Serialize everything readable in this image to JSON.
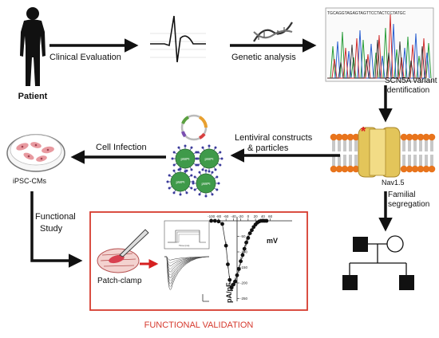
{
  "labels": {
    "patient": "Patient",
    "clinical_evaluation": "Clinical Evaluation",
    "genetic_analysis": "Genetic analysis",
    "scn5a_line1": "SCN5A variant",
    "scn5a_line2": "Identification",
    "lentiviral_line1": "Lentiviral constructs",
    "lentiviral_line2": "& particles",
    "cell_infection": "Cell Infection",
    "ipsc_cms": "iPSC-CMs",
    "functional_line1": "Functional",
    "functional_line2": "Study",
    "nav15": "Nav1.5",
    "familial_line1": "Familial",
    "familial_line2": "segregation",
    "patch_clamp": "Patch-clamp",
    "functional_validation": "FUNCTIONAL VALIDATION",
    "trace_axis_label": "Time (ms)",
    "iv_x_unit": "mV",
    "iv_y_unit": "pA/pF"
  },
  "virus_labels": [
    "pWPI",
    "pWPI",
    "pWPI",
    "pWPI"
  ],
  "sequence_letters": "TGCAGGTAGAGTAGTTCCTACTCCTATGC",
  "colors": {
    "arrow": "#111111",
    "validation_border": "#d63a2e",
    "validation_text": "#d63a2e",
    "membrane_orange": "#e8741c",
    "channel_gold": "#e3c55a",
    "virus_green": "#3f9a4a",
    "cells_pink": "#e89aa0",
    "mutation_star": "#e02020",
    "plasmid_orange": "#e8a030",
    "plasmid_green": "#5aa040",
    "plasmid_red": "#d84040"
  },
  "iv_curve": {
    "x_ticks": [
      "-100",
      "-80",
      "-60",
      "-40",
      "-20",
      "0",
      "20",
      "40",
      "60"
    ],
    "y_ticks": [
      "-50",
      "-100",
      "-150",
      "-200",
      "-250"
    ],
    "points": [
      [
        -100,
        0
      ],
      [
        -90,
        0
      ],
      [
        -80,
        -2
      ],
      [
        -70,
        -10
      ],
      [
        -60,
        -80
      ],
      [
        -55,
        -140
      ],
      [
        -50,
        -190
      ],
      [
        -45,
        -215
      ],
      [
        -40,
        -205
      ],
      [
        -35,
        -195
      ],
      [
        -30,
        -175
      ],
      [
        -25,
        -155
      ],
      [
        -20,
        -130
      ],
      [
        -15,
        -110
      ],
      [
        -10,
        -90
      ],
      [
        -5,
        -70
      ],
      [
        0,
        -55
      ],
      [
        5,
        -40
      ],
      [
        10,
        -30
      ],
      [
        15,
        -20
      ],
      [
        20,
        -12
      ],
      [
        25,
        -6
      ],
      [
        30,
        -2
      ],
      [
        35,
        0
      ],
      [
        40,
        0
      ],
      [
        45,
        0
      ],
      [
        50,
        0
      ]
    ]
  }
}
